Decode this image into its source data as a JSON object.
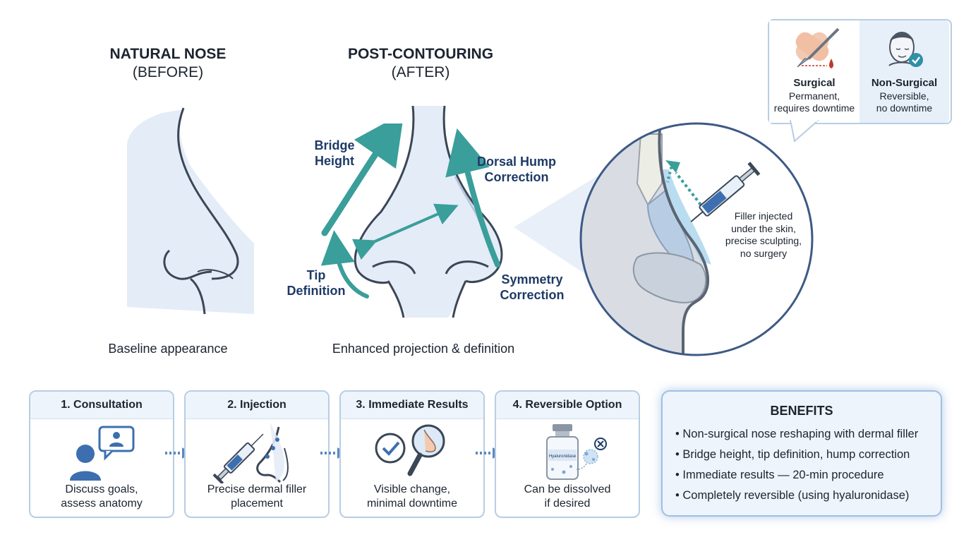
{
  "before": {
    "title": "NATURAL NOSE",
    "subtitle": "(BEFORE)",
    "caption": "Baseline appearance"
  },
  "after": {
    "title": "POST-CONTOURING",
    "subtitle": "(AFTER)",
    "caption": "Enhanced projection & definition",
    "callouts": {
      "bridge_1": "Bridge",
      "bridge_2": "Height",
      "hump_1": "Dorsal Hump",
      "hump_2": "Correction",
      "tip_1": "Tip",
      "tip_2": "Definition",
      "sym_1": "Symmetry",
      "sym_2": "Correction"
    }
  },
  "zoom": {
    "note_1": "Filler injected",
    "note_2": "under the skin,",
    "note_3": "precise sculpting,",
    "note_4": "no surgery"
  },
  "comparison": {
    "surgical": {
      "label": "Surgical",
      "line1": "Permanent,",
      "line2": "requires downtime"
    },
    "nonsurgical": {
      "label": "Non-Surgical",
      "line1": "Reversible,",
      "line2": "no downtime"
    }
  },
  "steps": [
    {
      "title": "1. Consultation",
      "line1": "Discuss goals,",
      "line2": "assess anatomy"
    },
    {
      "title": "2. Injection",
      "line1": "Precise dermal filler",
      "line2": "placement"
    },
    {
      "title": "3. Immediate Results",
      "line1": "Visible change,",
      "line2": "minimal downtime"
    },
    {
      "title": "4. Reversible Option",
      "line1": "Can be dissolved",
      "line2": "if desired"
    }
  ],
  "vial_label": "Hyaluronidase",
  "benefits": {
    "title": "BENEFITS",
    "items": [
      "Non-surgical nose reshaping with dermal filler",
      "Bridge height, tip definition, hump correction",
      "Immediate results — 20-min procedure",
      "Completely reversible (using hyaluronidase)"
    ]
  },
  "colors": {
    "teal": "#3a9e9a",
    "navy": "#1e3a66",
    "nose_fill": "#e4ecf7",
    "outline": "#3b4656",
    "accent_blue": "#3d6fb0"
  }
}
